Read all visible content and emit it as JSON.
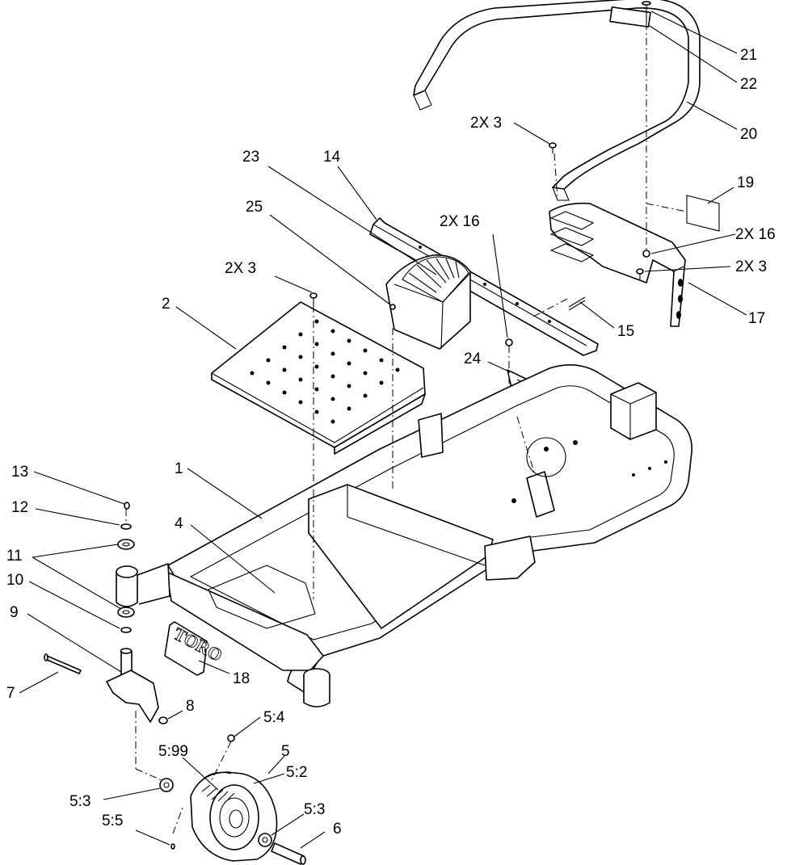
{
  "diagram": {
    "background": "#ffffff",
    "line_color": "#000000",
    "logo_text": "TORO"
  },
  "callouts": [
    {
      "id": "c21",
      "text": "21"
    },
    {
      "id": "c22",
      "text": "22"
    },
    {
      "id": "c20",
      "text": "20"
    },
    {
      "id": "c2x3a",
      "text": "2X 3"
    },
    {
      "id": "c23",
      "text": "23"
    },
    {
      "id": "c14",
      "text": "14"
    },
    {
      "id": "c19",
      "text": "19"
    },
    {
      "id": "c25",
      "text": "25"
    },
    {
      "id": "c2x16a",
      "text": "2X 16"
    },
    {
      "id": "c2x16b",
      "text": "2X 16"
    },
    {
      "id": "c2x3b",
      "text": "2X 3"
    },
    {
      "id": "c2x3c",
      "text": "2X  3"
    },
    {
      "id": "c17",
      "text": "17"
    },
    {
      "id": "c2",
      "text": "2"
    },
    {
      "id": "c15",
      "text": "15"
    },
    {
      "id": "c24",
      "text": "24"
    },
    {
      "id": "c13",
      "text": "13"
    },
    {
      "id": "c1",
      "text": "1"
    },
    {
      "id": "c12",
      "text": "12"
    },
    {
      "id": "c4",
      "text": "4"
    },
    {
      "id": "c11",
      "text": "11"
    },
    {
      "id": "c10",
      "text": "10"
    },
    {
      "id": "c9",
      "text": "9"
    },
    {
      "id": "c18",
      "text": "18"
    },
    {
      "id": "c7",
      "text": "7"
    },
    {
      "id": "c8",
      "text": "8"
    },
    {
      "id": "c54",
      "text": "5:4"
    },
    {
      "id": "c599",
      "text": "5:99"
    },
    {
      "id": "c5",
      "text": "5"
    },
    {
      "id": "c52",
      "text": "5:2"
    },
    {
      "id": "c53a",
      "text": "5:3"
    },
    {
      "id": "c53b",
      "text": "5:3"
    },
    {
      "id": "c55",
      "text": "5:5"
    },
    {
      "id": "c6",
      "text": "6"
    }
  ]
}
